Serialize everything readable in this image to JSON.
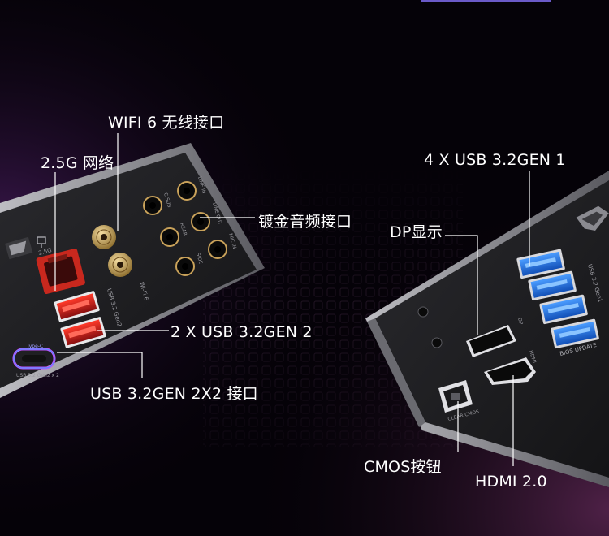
{
  "labels": {
    "wifi": "WIFI 6 无线接口",
    "lan": "2.5G 网络",
    "audio": "镀金音频接口",
    "usb_gen2": "2 X USB 3.2GEN 2",
    "usb_2x2": "USB 3.2GEN 2X2 接口",
    "usb_gen1": "4 X USB 3.2GEN 1",
    "dp": "DP显示",
    "cmos": "CMOS按钮",
    "hdmi": "HDMI 2.0"
  },
  "panel_text": {
    "audio_jacks": [
      "C/SUB",
      "LINE IN",
      "LINE OUT",
      "REAR",
      "MIC IN",
      "SIDE"
    ],
    "wifi_caption": "Wi-Fi 6",
    "usb_gen2_caption": "USB 3.2 Gen2",
    "lan_caption": "2.5G",
    "typec_caption": "Type-C",
    "typec_sub": "USB 3.2 Gen2 x 2",
    "usb_gen1_caption": "USB 3.2 Gen1",
    "bios_caption": "BIOS UPDATE",
    "clear_cmos": "CLEAR CMOS",
    "dp_caption": "DP",
    "hdmi_caption": "HDMI"
  },
  "colors": {
    "background": "#050208",
    "glow_purple": "#7a2a9a",
    "panel": "#202022",
    "panel_edge": "#8a8a90",
    "lan_port": "#c8281e",
    "usb_red": "#d4201a",
    "usb_blue": "#1e6fd8",
    "typec_glow": "#c050ff",
    "gold": "#c9a25a",
    "label_text": "#ffffff",
    "leader_line": "#ffffff"
  }
}
